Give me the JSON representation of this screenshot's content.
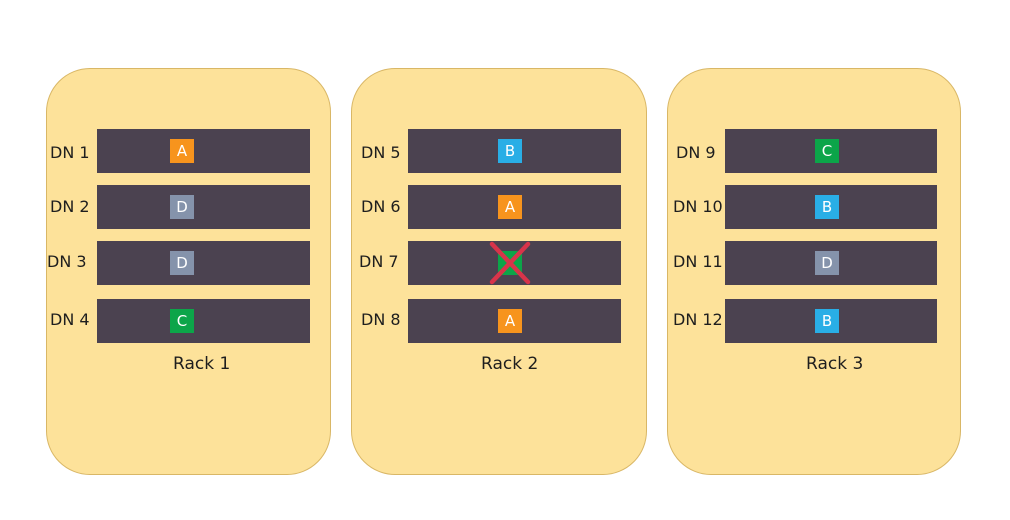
{
  "colors": {
    "rack_fill": "#fde29a",
    "node_bar": "#4b4250",
    "A": "#f7941d",
    "B": "#29aee6",
    "C": "#0ca549",
    "D": "#8593ab",
    "failure": "#d8344a"
  },
  "racks": [
    {
      "label": "Rack 1",
      "nodes": [
        {
          "label": "DN 1",
          "block": "A"
        },
        {
          "label": "DN 2",
          "block": "D"
        },
        {
          "label": "DN 3",
          "block": "D"
        },
        {
          "label": "DN 4",
          "block": "C"
        }
      ]
    },
    {
      "label": "Rack 2",
      "nodes": [
        {
          "label": "DN 5",
          "block": "B"
        },
        {
          "label": "DN 6",
          "block": "A"
        },
        {
          "label": "DN 7",
          "block": "",
          "block_color": "C",
          "failed": true,
          "fail_icon": "red-x-icon"
        },
        {
          "label": "DN 8",
          "block": "A"
        }
      ]
    },
    {
      "label": "Rack 3",
      "nodes": [
        {
          "label": "DN 9",
          "block": "C"
        },
        {
          "label": "DN 10",
          "block": "B"
        },
        {
          "label": "DN 11",
          "block": "D"
        },
        {
          "label": "DN 12",
          "block": "B"
        }
      ]
    }
  ]
}
